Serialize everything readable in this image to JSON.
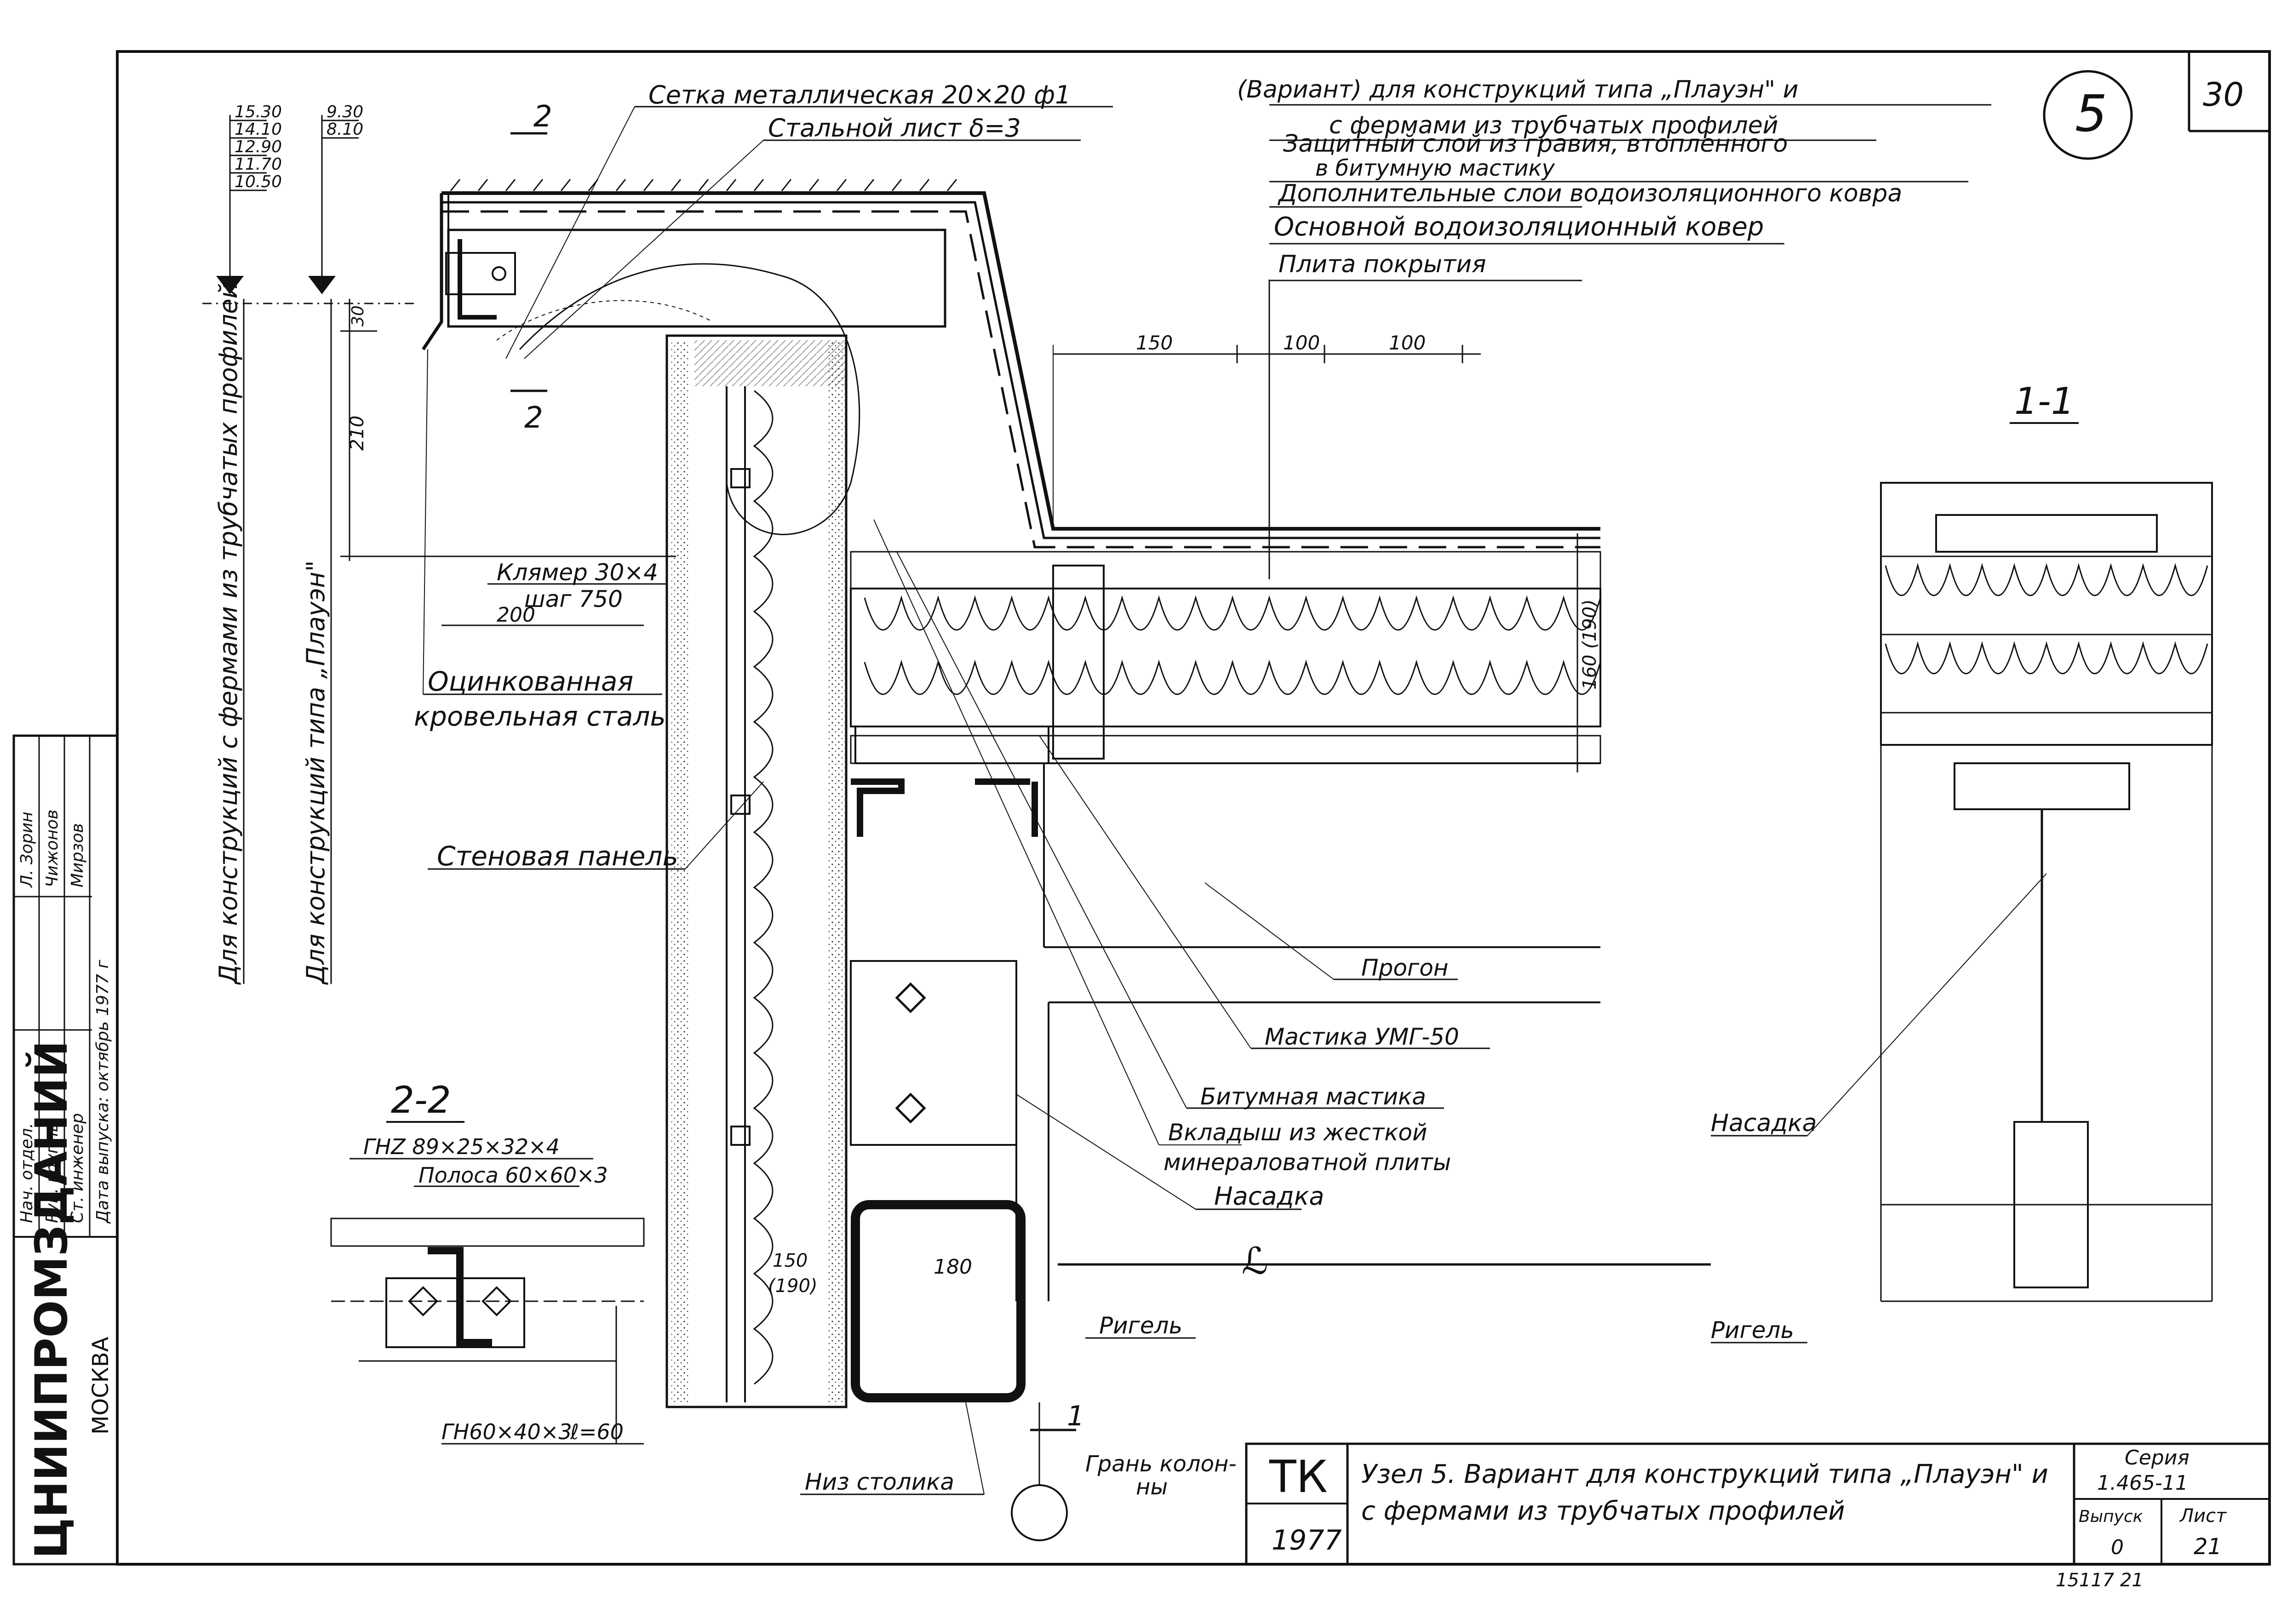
{
  "title_block": {
    "code": "ТК",
    "year": "1977",
    "title_line1": "Узел 5. Вариант для конструкций типа „Плауэн\" и",
    "title_line2": "с фермами из трубчатых профилей",
    "series_label": "Серия",
    "series_value": "1.465-11",
    "issue_label": "Выпуск",
    "issue_value": "0",
    "sheet_label": "Лист",
    "sheet_value": "21"
  },
  "sheet_number": "30",
  "node_number": "5",
  "bottom_stamp": "15117   21",
  "organization": {
    "name": "ЦНИИПРОМЗДАНИЙ",
    "city": "МОСКВА"
  },
  "signature_block": {
    "rows": [
      {
        "role": "Нач. отдел.",
        "name": "Л. Зорин"
      },
      {
        "role": "Рук. группы",
        "name": "Чижонов"
      },
      {
        "role": "Ст. инженер",
        "name": "Мирзов"
      }
    ],
    "date": "Дата выпуска: октябрь 1977 г"
  },
  "legend_right": [
    "(Вариант) для конструкций типа „Плауэн\" и",
    "с фермами из трубчатых профилей",
    "Защитный слой из гравия, втопленного",
    "в битумную мастику",
    "Дополнительные слои водоизоляционного ковра",
    "Основной водоизоляционный ковер",
    "Плита покрытия"
  ],
  "labels": {
    "mesh": "Сетка металлическая 20×20 ф1",
    "steel_sheet": "Стальной лист δ=3",
    "clamp": "Клямер 30×4",
    "clamp_step": "шаг 750",
    "dim_200": "200",
    "galv_steel_1": "Оцинкованная",
    "galv_steel_2": "кровельная сталь",
    "wall_panel": "Стеновая панель",
    "purlin": "Прогон",
    "mastic_umg": "Мастика УМГ-50",
    "bitumen_mastic": "Битумная мастика",
    "insert_1": "Вкладыш из жесткой",
    "insert_2": "минераловатной плиты",
    "nasadka": "Насадка",
    "nasadka_2": "Насадка",
    "rigel": "Ригель",
    "rigel_2": "Ригель",
    "col_bottom": "Низ столика",
    "col_face_1": "Грань колон-",
    "col_face_2": "ны",
    "vertical_1": "Для конструкций с фермами из трубчатых профилей",
    "vertical_2": "Для конструкций типа „Плауэн\"",
    "section_22": "2-2",
    "section_11": "1-1",
    "gnz": "ГНZ 89×25×32×4",
    "polosa": "Полоса 60×60×3",
    "gn60": "ГН60×40×3",
    "l60": "ℓ=60",
    "cut_2_top": "2",
    "cut_2_bot": "2",
    "cut_1": "1",
    "dim_150_190": "150 (190)",
    "dim_150_190b": "150",
    "dim_150_190c": "(190)",
    "dim_180": "180",
    "dim_150": "150",
    "dim_100a": "100",
    "dim_100b": "100",
    "dim_30": "30",
    "dim_210": "210",
    "dim_160_190": "160 (190)",
    "elev": [
      "15.30",
      "14.10",
      "12.90",
      "11.70",
      "10.50"
    ],
    "elev2": [
      "9.30",
      "8.10"
    ]
  }
}
